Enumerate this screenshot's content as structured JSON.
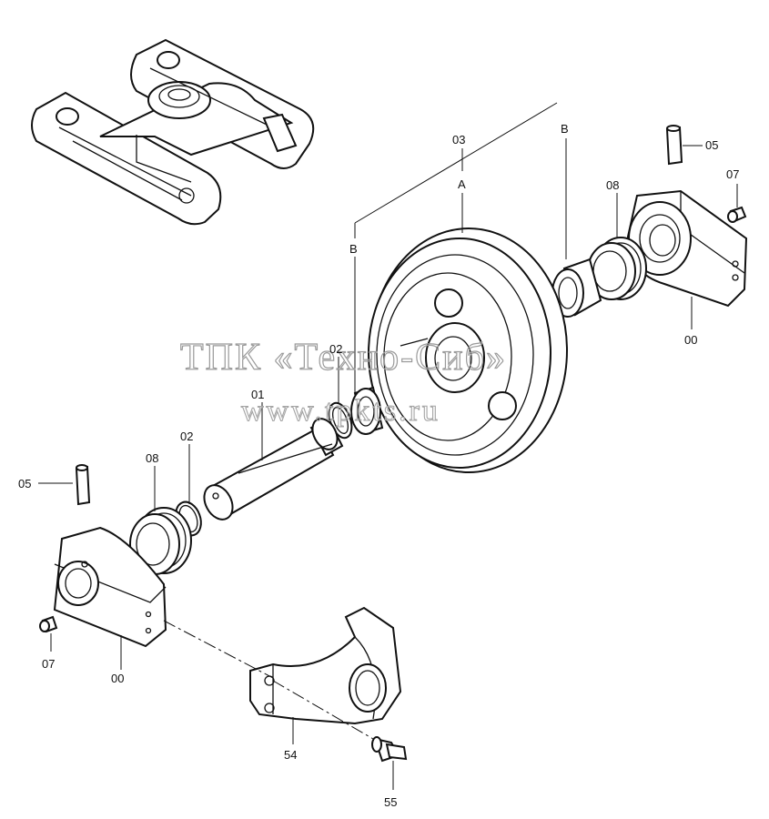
{
  "watermark": {
    "line1": "ТПК «Техно-Сиб»",
    "line2": "www.tpkts.ru"
  },
  "labels": {
    "p03": "03",
    "a": "A",
    "b_right": "B",
    "b_left": "B",
    "p05_right": "05",
    "p07_right": "07",
    "p08_right": "08",
    "p00_right": "00",
    "p02_upper": "02",
    "p01": "01",
    "p02_lower": "02",
    "p08_left": "08",
    "p05_left": "05",
    "p07_left": "07",
    "p00_left": "00",
    "p54": "54",
    "p55": "55"
  }
}
